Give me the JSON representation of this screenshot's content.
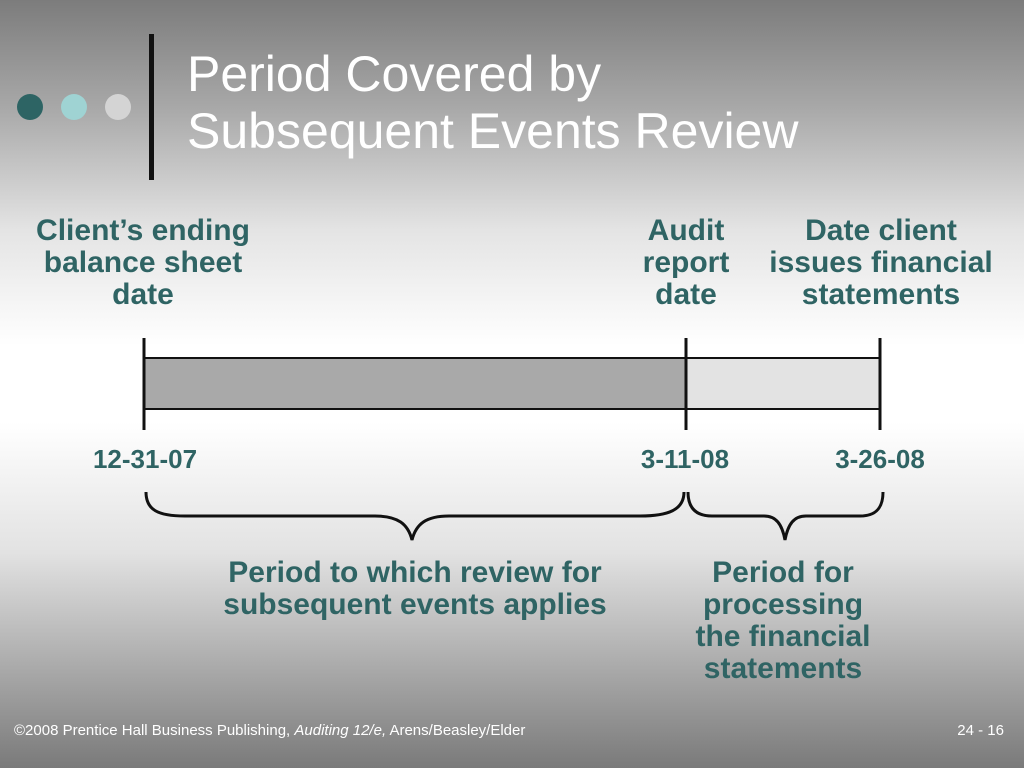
{
  "title": {
    "line1": "Period Covered by",
    "line2": "Subsequent Events Review"
  },
  "labels": {
    "balance_sheet": [
      "Client’s ending",
      "balance sheet",
      "date"
    ],
    "audit_report": [
      "Audit",
      "report",
      "date"
    ],
    "issue_date": [
      "Date client",
      "issues financial",
      "statements"
    ]
  },
  "dates": {
    "balance_sheet": "12-31-07",
    "audit_report": "3-11-08",
    "issue_date": "3-26-08"
  },
  "periods": {
    "review": [
      "Period to which review for",
      "subsequent events applies"
    ],
    "processing": [
      "Period for",
      "processing",
      "the financial",
      "statements"
    ]
  },
  "footer": {
    "left_prefix": "©2008 Prentice Hall Business Publishing, ",
    "left_italic": "Auditing 12/e,",
    "left_suffix": " Arens/Beasley/Elder",
    "page": "24 - 16"
  },
  "colors": {
    "accent_text": "#2f6464",
    "review_bar": "#a9a9a9",
    "processing_bar": "#e3e3e3",
    "dot_dark": "#2d6464",
    "dot_light": "#9fd3d3",
    "dot_gray": "#d4d4d4"
  }
}
